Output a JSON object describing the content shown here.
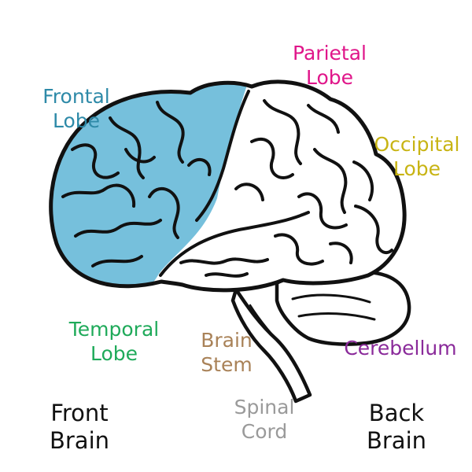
{
  "colors": {
    "frontal_fill": "#76c0dc",
    "outline": "#111111",
    "frontal_text": "#2e8aa8",
    "parietal_text": "#e0168a",
    "occipital_text": "#c8b414",
    "temporal_text": "#1faa5a",
    "stem_text": "#a98258",
    "cerebellum_text": "#8a2a9a",
    "spinal_text": "#9a9a9a",
    "direction_text": "#111111"
  },
  "labels": {
    "frontal": [
      "Frontal",
      "Lobe"
    ],
    "parietal": [
      "Parietal",
      "Lobe"
    ],
    "occipital": [
      "Occipital",
      "Lobe"
    ],
    "temporal": [
      "Temporal",
      "Lobe"
    ],
    "stem": [
      "Brain",
      "Stem"
    ],
    "cerebellum": [
      "Cerebellum"
    ],
    "spinal": [
      "Spinal",
      "Cord"
    ],
    "front": [
      "Front",
      "Brain"
    ],
    "back": [
      "Back",
      "Brain"
    ]
  }
}
